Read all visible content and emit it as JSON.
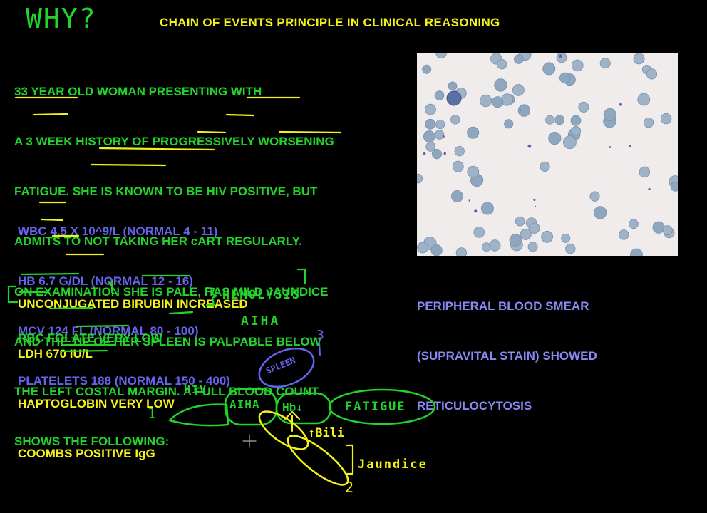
{
  "header": {
    "why_label": "WHY?",
    "title": "CHAIN OF EVENTS PRINCIPLE IN CLINICAL REASONING"
  },
  "case": {
    "lines": [
      "33 YEAR OLD WOMAN PRESENTING WITH",
      "A 3 WEEK HISTORY OF PROGRESSIVELY WORSENING",
      "FATIGUE. SHE IS KNOWN TO BE HIV POSITIVE, BUT",
      "ADMITS TO NOT TAKING HER cART REGULARLY.",
      "ON EXAMINATION SHE IS PALE, HAS MILD JAUNDICE",
      "AND THE TIP OF HER SPLEEN IS PALPABLE BELOW",
      "THE LEFT COSTAL MARGIN. A FULL BLOOD COUNT",
      "SHOWS THE FOLLOWING:"
    ]
  },
  "labs": {
    "lines": [
      "WBC 4.5 X 10^9/L (NORMAL 4 - 11)",
      "HB 6.7 G/DL (NORMAL 12 - 16)",
      "MCV 124 FL (NORMAL 80 - 100)",
      "PLATELETS 188 (NORMAL 150 - 400)"
    ]
  },
  "hemolysis": {
    "lines": [
      "UNCONJUGATED BIRUBIN INCREASED",
      "LDH 670 IU/L",
      "HAPTOGLOBIN VERY LOW",
      "COOMBS POSITIVE IgG"
    ]
  },
  "folate": "RBC FOLATE VERY LOW",
  "smear": {
    "caption_lines": [
      "PERIPHERAL BLOOD SMEAR",
      "(SUPRAVITAL STAIN) SHOWED",
      "RETICULOCYTOSIS"
    ]
  },
  "annotations": {
    "hemolysis_label": "HEMOLYSIS",
    "aiha_label": "AIHA",
    "up_arrow": "↑",
    "spleen_label": "SPLEEN",
    "hiv_label": "HIV",
    "aiha_node": "AIHA",
    "hb_node": "Hb↓",
    "fatigue_node": "FATIGUE",
    "bili_label": "↑Bili",
    "jaundice_label": "Jaundice",
    "num_1": "1",
    "num_2": "2",
    "num_3": "3"
  },
  "colors": {
    "background": "#000000",
    "green": "#22d42a",
    "yellow": "#f2f21a",
    "blue": "#6464ee",
    "lavender": "#8a8af5"
  }
}
